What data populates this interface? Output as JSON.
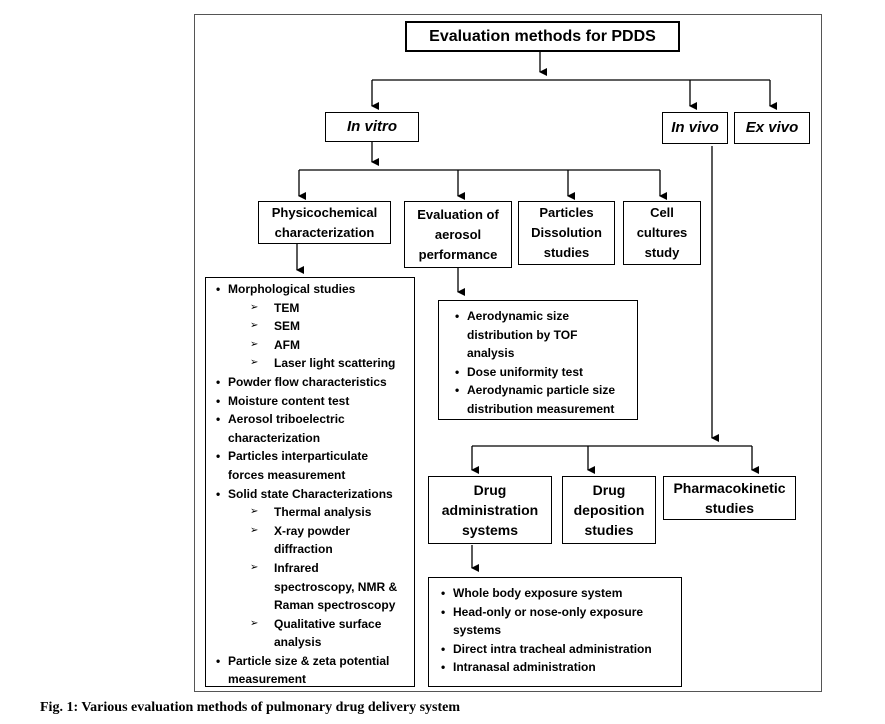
{
  "title": "Evaluation methods for PDDS",
  "level1": {
    "in_vitro": "In vitro",
    "in_vivo": "In vivo",
    "ex_vivo": "Ex vivo"
  },
  "in_vitro_branches": [
    "Physicochemical\ncharacterization",
    "Evaluation of\naerosol\nperformance",
    "Particles\nDissolution\nstudies",
    "Cell\ncultures\nstudy"
  ],
  "in_vivo_branches": [
    "Drug\nadministration\nsystems",
    "Drug\ndeposition\nstudies",
    "Pharmacokinetic\nstudies"
  ],
  "physicochemical_list": [
    {
      "level": 1,
      "text": "Morphological studies"
    },
    {
      "level": 2,
      "text": "TEM"
    },
    {
      "level": 2,
      "text": "SEM"
    },
    {
      "level": 2,
      "text": "AFM"
    },
    {
      "level": 2,
      "text": "Laser  light scattering"
    },
    {
      "level": 1,
      "text": "Powder flow characteristics"
    },
    {
      "level": 1,
      "text": "Moisture content test"
    },
    {
      "level": 1,
      "text": "Aerosol triboelectric\ncharacterization"
    },
    {
      "level": 1,
      "text": "Particles interparticulate\nforces measurement"
    },
    {
      "level": 1,
      "text": "Solid state Characterizations"
    },
    {
      "level": 2,
      "text": "Thermal analysis"
    },
    {
      "level": 2,
      "text": "X-ray powder\ndiffraction"
    },
    {
      "level": 2,
      "text": "Infrared\nspectroscopy, NMR &\nRaman spectroscopy"
    },
    {
      "level": 2,
      "text": "Qualitative surface\nanalysis"
    },
    {
      "level": 1,
      "text": "Particle size & zeta potential\nmeasurement"
    }
  ],
  "aerosol_list": [
    "Aerodynamic size\ndistribution by TOF\nanalysis",
    "Dose uniformity test",
    "Aerodynamic particle size\ndistribution measurement"
  ],
  "administration_list": [
    "Whole body exposure system",
    "Head-only or nose-only exposure\nsystems",
    "Direct intra tracheal administration",
    "Intranasal administration"
  ],
  "caption": "Fig. 1: Various evaluation methods of pulmonary drug delivery system"
}
